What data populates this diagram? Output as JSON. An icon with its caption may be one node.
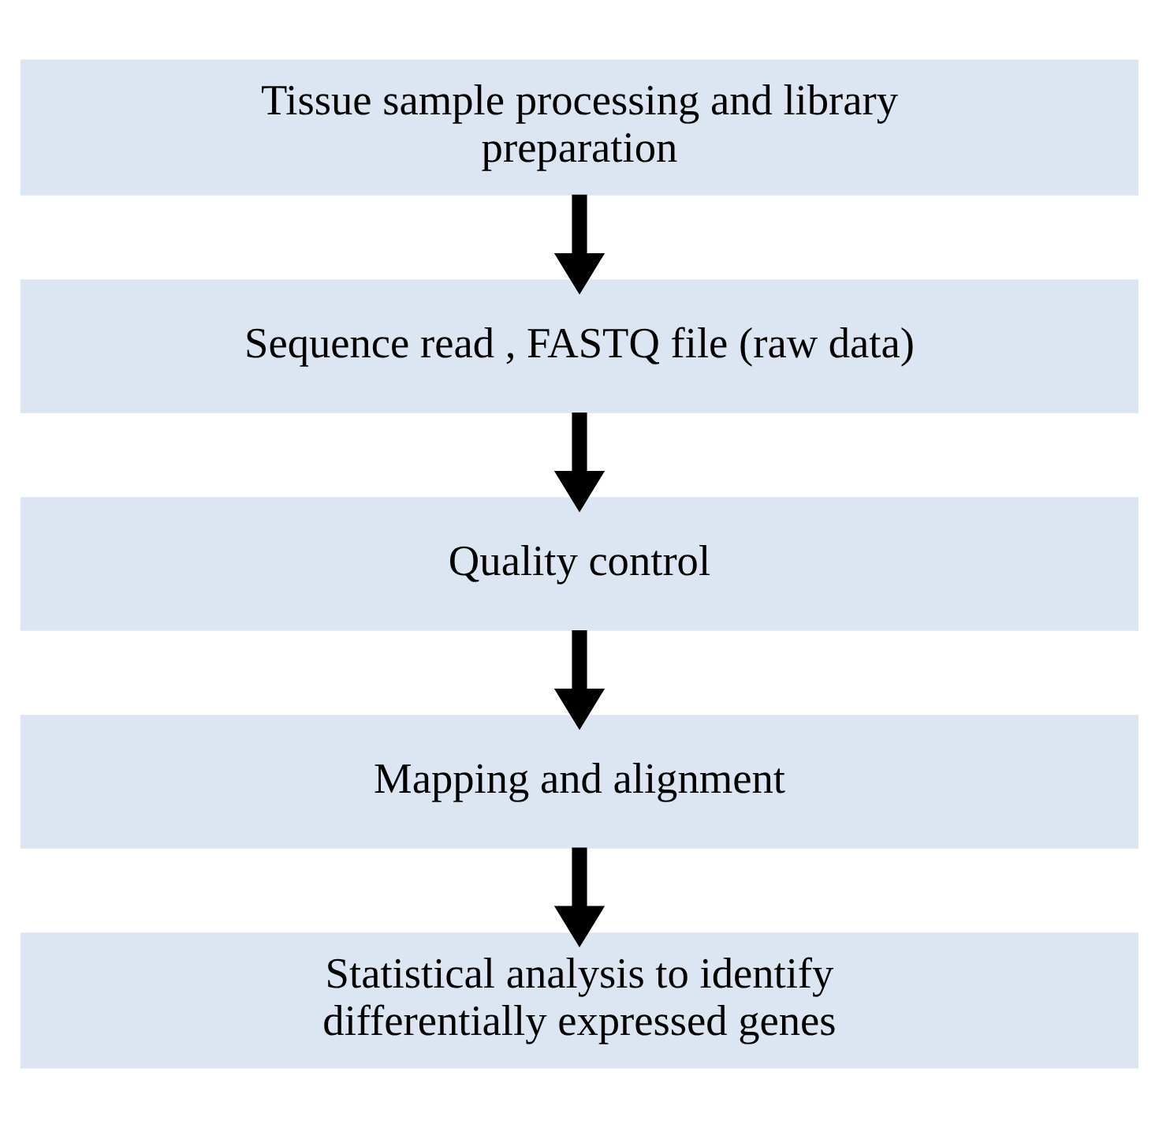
{
  "diagram": {
    "nodes": [
      {
        "text": [
          "Tissue sample processing and library preparation"
        ]
      },
      {
        "text": [
          "Sequence read , FASTQ file (raw data)"
        ]
      },
      {
        "text": [
          "Quality control"
        ]
      },
      {
        "text": [
          "Mapping and alignment"
        ]
      },
      {
        "text": [
          "Statistical analysis to identify differentially expressed genes"
        ]
      }
    ],
    "edges": [
      {
        "from": 0,
        "to": 1,
        "arrow": "to"
      },
      {
        "from": 1,
        "to": 2,
        "arrow": "to"
      },
      {
        "from": 2,
        "to": 3,
        "arrow": "to"
      },
      {
        "from": 3,
        "to": 4,
        "arrow": "to"
      }
    ]
  }
}
